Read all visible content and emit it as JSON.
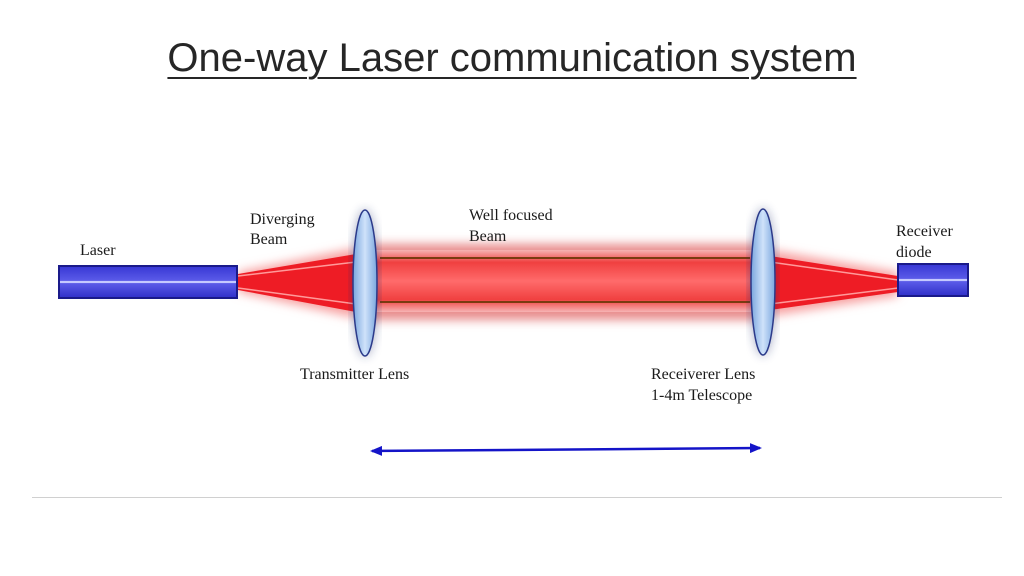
{
  "slide": {
    "title": "One-way Laser communication system"
  },
  "diagram": {
    "labels": {
      "laser": "Laser",
      "diverging_1": "Diverging",
      "diverging_2": "Beam",
      "focused_1": "Well focused",
      "focused_2": "Beam",
      "receiver_1": "Receiver",
      "receiver_2": "diode",
      "tx_lens": "Transmitter Lens",
      "rx_lens_1": "Receiverer Lens",
      "rx_lens_2": "1-4m Telescope"
    },
    "colors": {
      "laser_body": "#3b3bd9",
      "laser_stripe": "#9aa2ff",
      "beam": "#ee1c25",
      "beam_glow": "#f7a0a0",
      "lens_fill": "#a9c9ee",
      "lens_stroke": "#2b3a8a",
      "arrow": "#1414c8"
    }
  }
}
